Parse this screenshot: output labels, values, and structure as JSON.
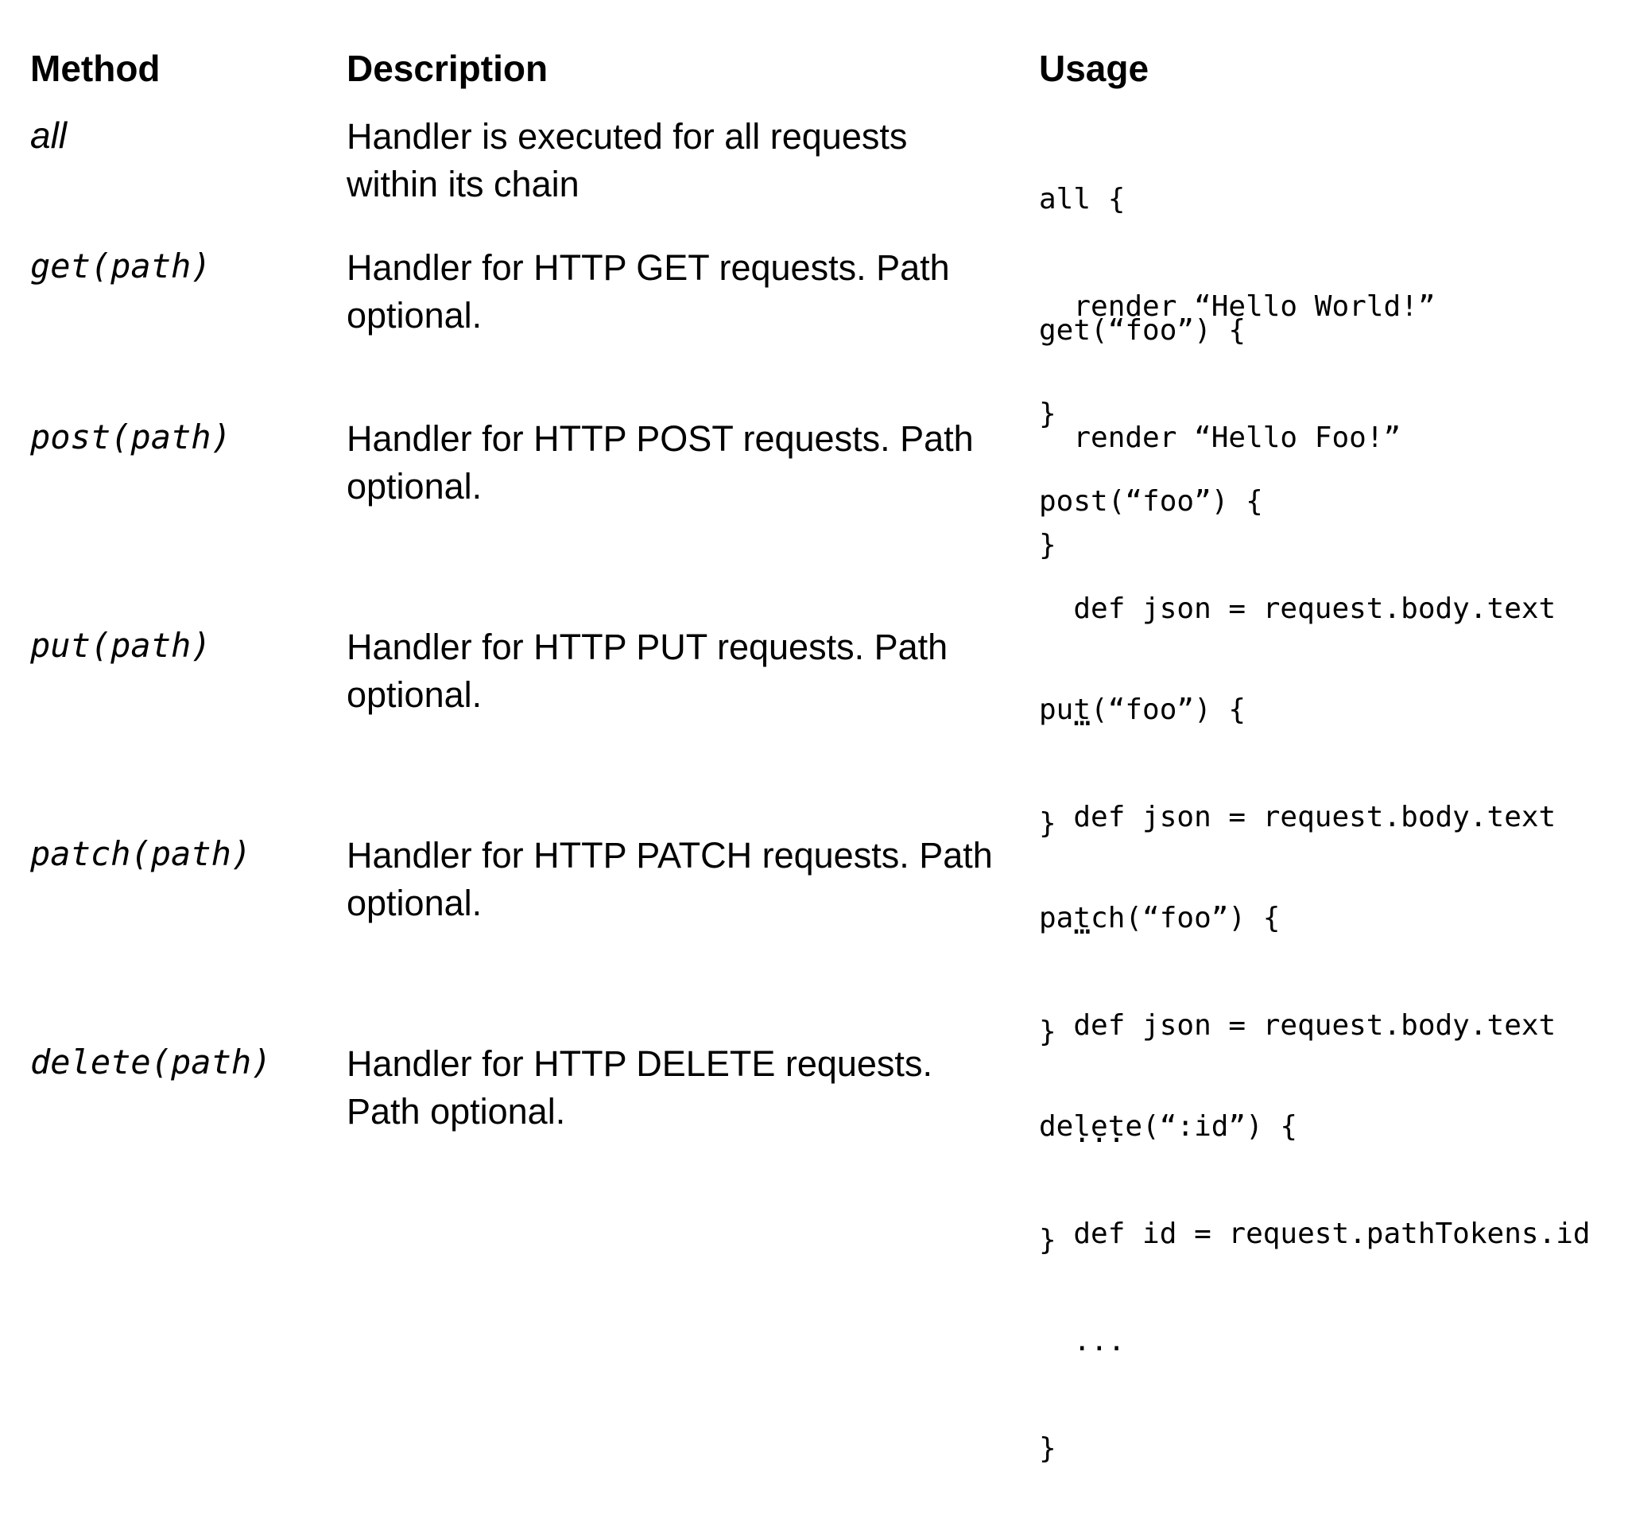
{
  "headers": {
    "method": "Method",
    "description": "Description",
    "usage": "Usage"
  },
  "rows": [
    {
      "method": "all",
      "description": [
        "Handler is executed for all requests",
        "within its chain"
      ],
      "usage": [
        "all {",
        "  render “Hello World!”",
        "}"
      ]
    },
    {
      "method": "get(path)",
      "description": [
        "Handler for HTTP GET requests. Path",
        "optional."
      ],
      "usage": [
        "get(“foo”) {",
        "  render “Hello Foo!”",
        "}"
      ]
    },
    {
      "method": "post(path)",
      "description": [
        "Handler for HTTP POST requests. Path",
        "optional."
      ],
      "usage": [
        "post(“foo”) {",
        "  def json = request.body.text",
        "  …",
        "}"
      ]
    },
    {
      "method": "put(path)",
      "description": [
        "Handler for HTTP PUT requests. Path",
        "optional."
      ],
      "usage": [
        "put(“foo”) {",
        "  def json = request.body.text",
        "  …",
        "}"
      ]
    },
    {
      "method": "patch(path)",
      "description": [
        "Handler for HTTP PATCH requests. Path",
        "optional."
      ],
      "usage": [
        "patch(“foo”) {",
        "  def json = request.body.text",
        "  ...",
        "}"
      ]
    },
    {
      "method": "delete(path)",
      "description": [
        "Handler for HTTP DELETE requests.",
        "Path optional."
      ],
      "usage": [
        "delete(“:id”) {",
        "  def id = request.pathTokens.id",
        "  ...",
        "}"
      ]
    }
  ]
}
